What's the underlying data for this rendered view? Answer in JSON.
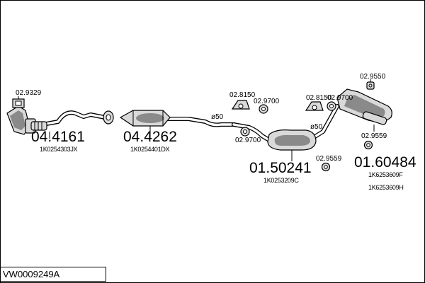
{
  "diagram_code": "VW0009249A",
  "parts": [
    {
      "number": "04.4161",
      "oem": "1K0254303JX"
    },
    {
      "number": "04.4262",
      "oem": "1K0254401DX"
    },
    {
      "number": "01.50241",
      "oem": "1K0253209C"
    },
    {
      "number": "01.60484",
      "oem": "1K6253609F",
      "oem2": "1K6253609H"
    }
  ],
  "accessories": [
    {
      "number": "02.9329"
    },
    {
      "number": "02.8150"
    },
    {
      "number": "02.9700"
    },
    {
      "number": "02.8150"
    },
    {
      "number": "02.9700"
    },
    {
      "number": "02.9700"
    },
    {
      "number": "02.9550"
    },
    {
      "number": "02.9559"
    },
    {
      "number": "02.9559"
    }
  ],
  "diameters": [
    {
      "text": "ø50"
    },
    {
      "text": "ø50"
    }
  ]
}
